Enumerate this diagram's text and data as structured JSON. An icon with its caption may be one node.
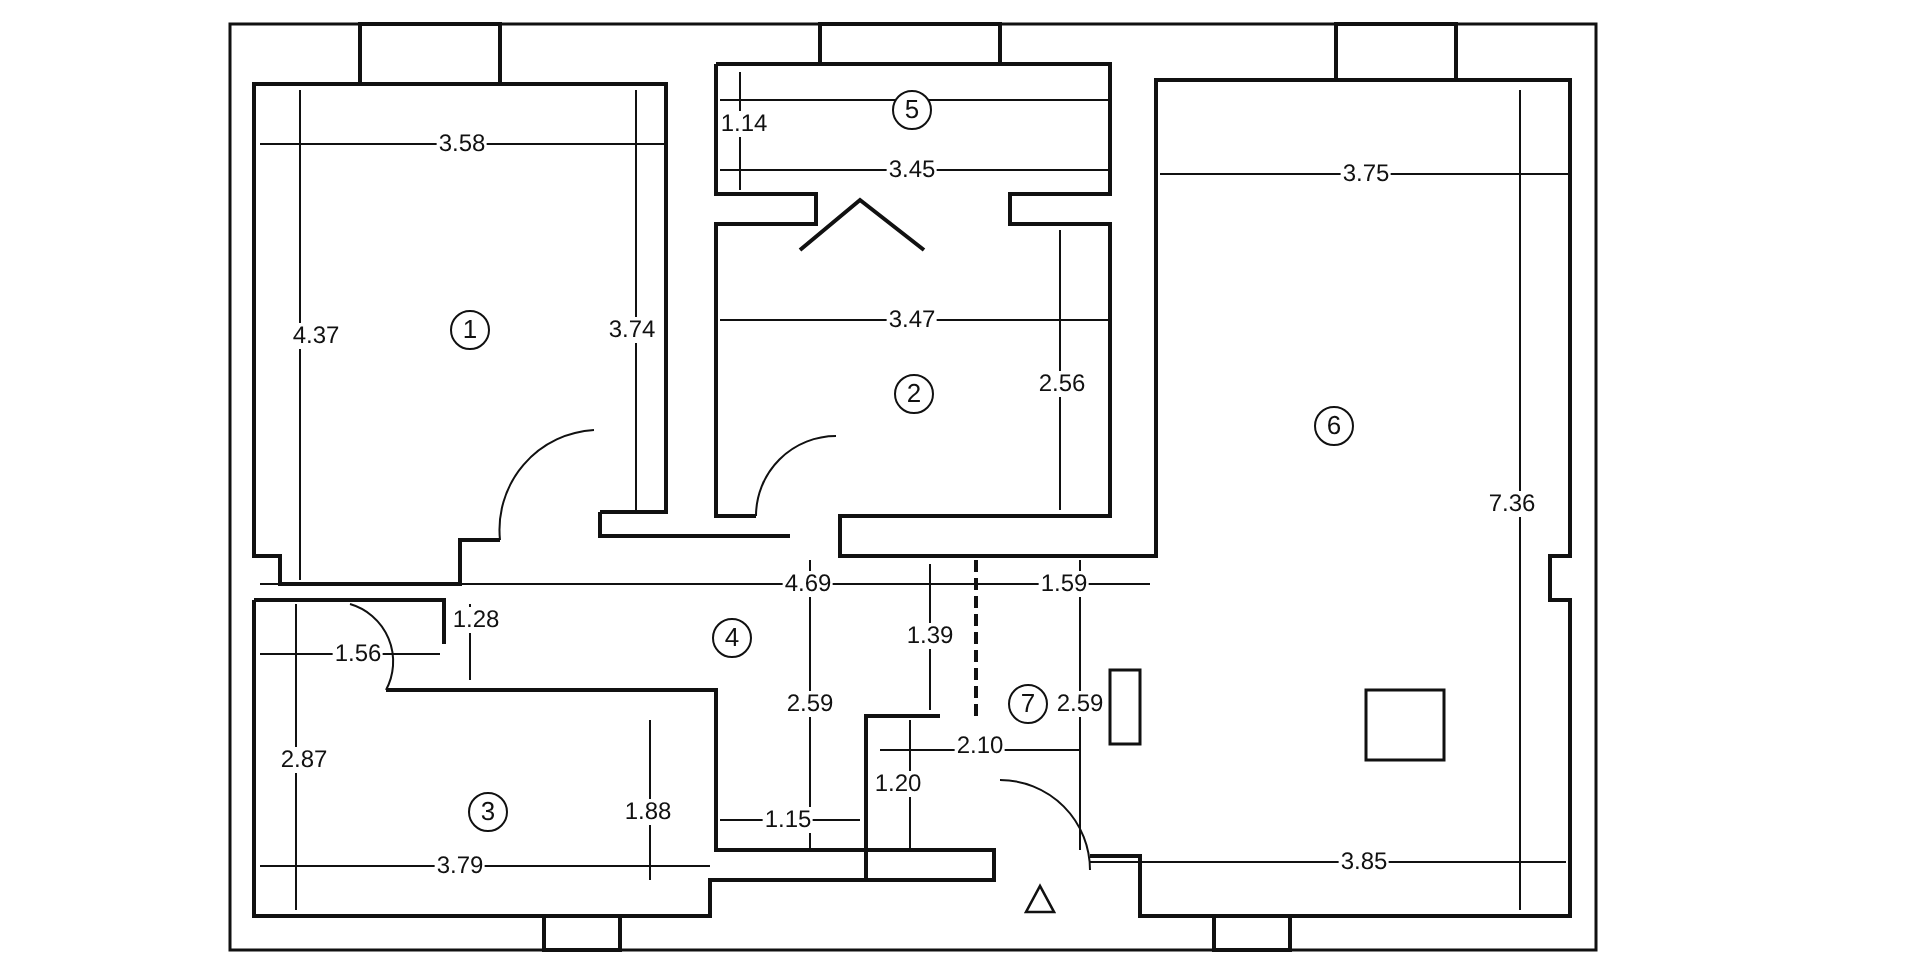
{
  "diagram": {
    "labels": [
      "5",
      "1.14",
      "3.58",
      "3.45",
      "3.75",
      "3.47",
      "4.37",
      "1",
      "3.74",
      "2",
      "2.56",
      "6",
      "7.36",
      "4.69",
      "1.59",
      "1.28",
      "4",
      "1.39",
      "1.56",
      "2.59",
      "7",
      "2.59",
      "2.10",
      "2.87",
      "1.20",
      "3",
      "1.88",
      "1.15",
      "3.79",
      "3.85"
    ]
  }
}
